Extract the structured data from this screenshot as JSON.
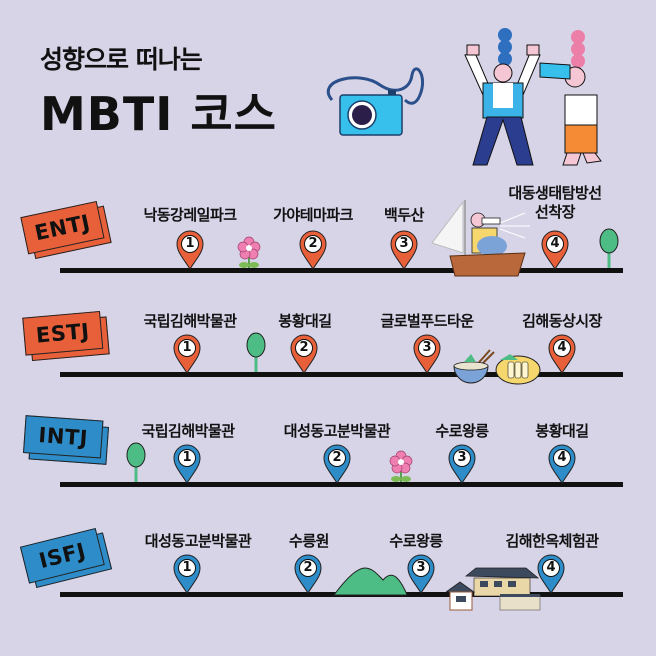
{
  "title": {
    "subtitle": "성향으로 떠나는",
    "main": "MBTI 코스"
  },
  "colors": {
    "background": "#d8d4e8",
    "orange": "#e8603a",
    "blue": "#2e8dc8",
    "road": "#111111",
    "tree": "#4dbd85",
    "flower": "#ee7fb0"
  },
  "courses": [
    {
      "type": "ENTJ",
      "theme": "orange",
      "stops": [
        {
          "num": "1",
          "name": "낙동강레일파크"
        },
        {
          "num": "2",
          "name": "가야테마파크"
        },
        {
          "num": "3",
          "name": "백두산"
        },
        {
          "num": "4",
          "name": "대동생태탐방선",
          "name2": "선착장"
        }
      ]
    },
    {
      "type": "ESTJ",
      "theme": "orange",
      "stops": [
        {
          "num": "1",
          "name": "국립김해박물관"
        },
        {
          "num": "2",
          "name": "봉황대길"
        },
        {
          "num": "3",
          "name": "글로벌푸드타운"
        },
        {
          "num": "4",
          "name": "김해동상시장"
        }
      ]
    },
    {
      "type": "INTJ",
      "theme": "blue",
      "stops": [
        {
          "num": "1",
          "name": "국립김해박물관"
        },
        {
          "num": "2",
          "name": "대성동고분박물관"
        },
        {
          "num": "3",
          "name": "수로왕릉"
        },
        {
          "num": "4",
          "name": "봉황대길"
        }
      ]
    },
    {
      "type": "ISFJ",
      "theme": "blue",
      "stops": [
        {
          "num": "1",
          "name": "대성동고분박물관"
        },
        {
          "num": "2",
          "name": "수릉원"
        },
        {
          "num": "3",
          "name": "수로왕릉"
        },
        {
          "num": "4",
          "name": "김해한옥체험관"
        }
      ]
    }
  ]
}
